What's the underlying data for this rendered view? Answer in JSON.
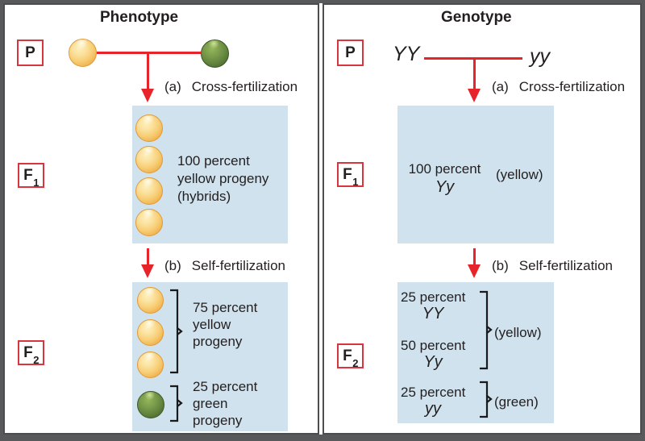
{
  "figure": {
    "colors": {
      "frame": "#58595b",
      "panel_border": "#4c4d4f",
      "box_blue": "#cfe2ed",
      "arrow_red": "#e8242b",
      "label_border_red": "#d8353f",
      "pea_yellow": "#f1b04b",
      "pea_green": "#5d7f3a"
    },
    "left_panel": {
      "title": "Phenotype",
      "p": {
        "label": "P"
      },
      "cross": {
        "prefix": "(a)",
        "label": "Cross-fertilization"
      },
      "f1": {
        "label": "F",
        "sub": "1",
        "lines": [
          "100 percent",
          "yellow progeny",
          "(hybrids)"
        ]
      },
      "self": {
        "prefix": "(b)",
        "label": "Self-fertilization"
      },
      "f2": {
        "label": "F",
        "sub": "2",
        "yellow_lines": [
          "75 percent",
          "yellow",
          "progeny"
        ],
        "green_lines": [
          "25 percent",
          "green",
          "progeny"
        ]
      }
    },
    "right_panel": {
      "title": "Genotype",
      "p": {
        "label": "P",
        "left_genotype": "YY",
        "right_genotype": "yy"
      },
      "cross": {
        "prefix": "(a)",
        "label": "Cross-fertilization"
      },
      "f1": {
        "label": "F",
        "sub": "1",
        "percent": "100 percent",
        "genotype": "Yy",
        "phenotype": "(yellow)"
      },
      "self": {
        "prefix": "(b)",
        "label": "Self-fertilization"
      },
      "f2": {
        "label": "F",
        "sub": "2",
        "rows": [
          {
            "percent": "25 percent",
            "genotype": "YY"
          },
          {
            "percent": "50 percent",
            "genotype": "Yy"
          },
          {
            "percent": "25 percent",
            "genotype": "yy"
          }
        ],
        "yellow_phenotype": "(yellow)",
        "green_phenotype": "(green)"
      }
    }
  }
}
